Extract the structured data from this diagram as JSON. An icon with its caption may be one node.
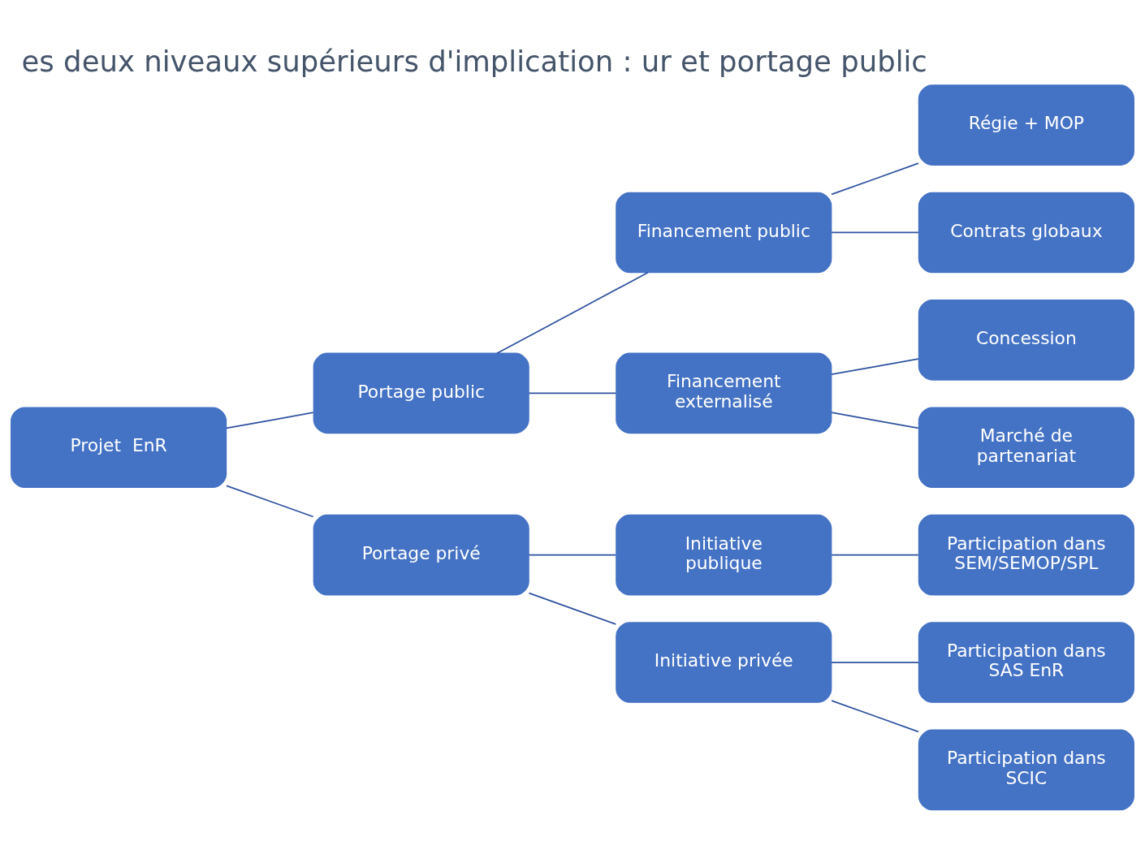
{
  "diagram": {
    "title": "es deux niveaux supérieurs d'implication : ur et portage public",
    "nodes": [
      {
        "text": [
          "Projet  EnR"
        ]
      },
      {
        "text": [
          "Portage public"
        ]
      },
      {
        "text": [
          "Portage privé"
        ]
      },
      {
        "text": [
          "Financement public"
        ]
      },
      {
        "text": [
          "Financement externalisé"
        ]
      },
      {
        "text": [
          "Initiative publique"
        ]
      },
      {
        "text": [
          "Initiative privée"
        ]
      },
      {
        "text": [
          "Régie + MOP"
        ]
      },
      {
        "text": [
          "Contrats globaux"
        ]
      },
      {
        "text": [
          "Concession"
        ]
      },
      {
        "text": [
          "Marché de partenariat"
        ]
      },
      {
        "text": [
          "Participation dans SEM/SEMOP/SPL"
        ]
      },
      {
        "text": [
          "Participation dans SAS EnR"
        ]
      },
      {
        "text": [
          "Participation dans SCIC"
        ]
      }
    ],
    "edges": [
      {
        "from": 0,
        "to": 1,
        "arrow": "none"
      },
      {
        "from": 0,
        "to": 2,
        "arrow": "none"
      },
      {
        "from": 1,
        "to": 3,
        "arrow": "none"
      },
      {
        "from": 1,
        "to": 4,
        "arrow": "none"
      },
      {
        "from": 2,
        "to": 5,
        "arrow": "none"
      },
      {
        "from": 2,
        "to": 6,
        "arrow": "none"
      },
      {
        "from": 3,
        "to": 7,
        "arrow": "none"
      },
      {
        "from": 3,
        "to": 8,
        "arrow": "none"
      },
      {
        "from": 4,
        "to": 9,
        "arrow": "none"
      },
      {
        "from": 4,
        "to": 10,
        "arrow": "none"
      },
      {
        "from": 5,
        "to": 11,
        "arrow": "none"
      },
      {
        "from": 6,
        "to": 12,
        "arrow": "none"
      },
      {
        "from": 6,
        "to": 13,
        "arrow": "none"
      }
    ]
  }
}
